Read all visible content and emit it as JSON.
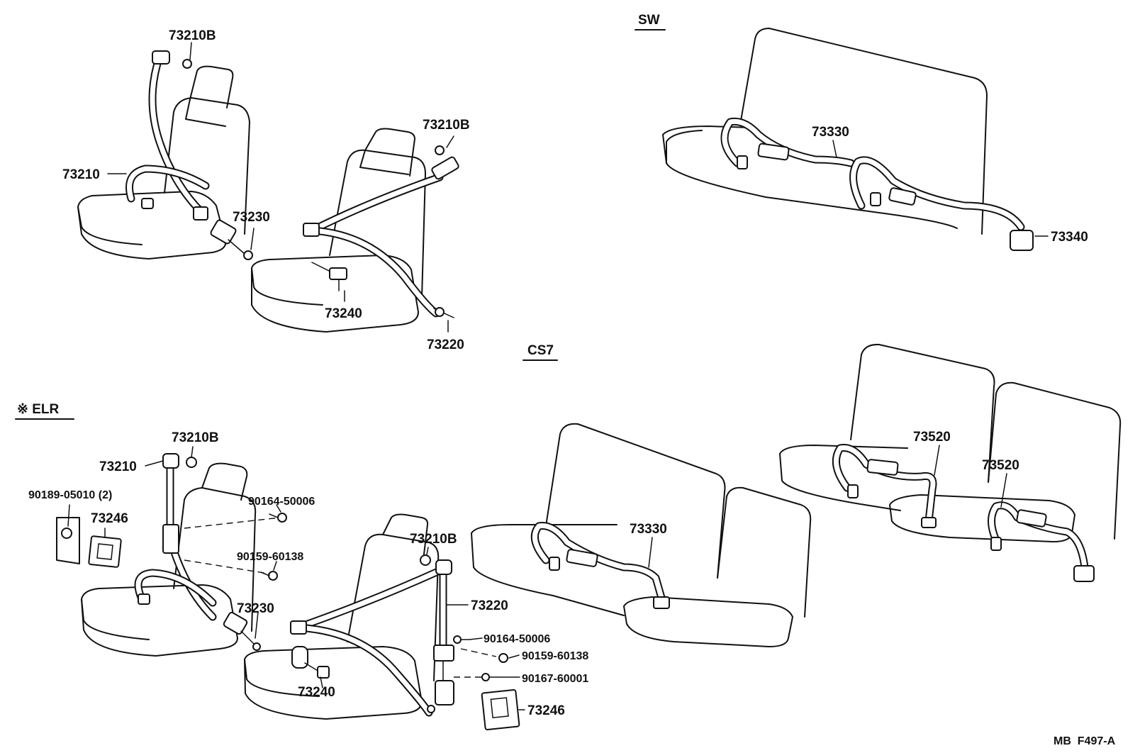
{
  "sections": {
    "sw": "SW",
    "cs7": "CS7",
    "elr": "※ ELR"
  },
  "labels": {
    "p73210B_a": "73210B",
    "p73210_a": "73210",
    "p73230_a": "73230",
    "p73210B_b": "73210B",
    "p73240_a": "73240",
    "p73220_a": "73220",
    "p73330_a": "73330",
    "p73340": "73340",
    "p73520_a": "73520",
    "p73520_b": "73520",
    "p73330_b": "73330",
    "p73210B_c": "73210B",
    "p73210_b": "73210",
    "p90189": "90189-05010 (2)",
    "p73246_a": "73246",
    "p90164_a": "90164-50006",
    "p90159_a": "90159-60138",
    "p73230_b": "73230",
    "p73240_b": "73240",
    "p73210B_d": "73210B",
    "p73220_b": "73220",
    "p90164_b": "90164-50006",
    "p90159_b": "90159-60138",
    "p90167": "90167-60001",
    "p73246_b": "73246"
  },
  "figure_code": "MB  F497-A"
}
